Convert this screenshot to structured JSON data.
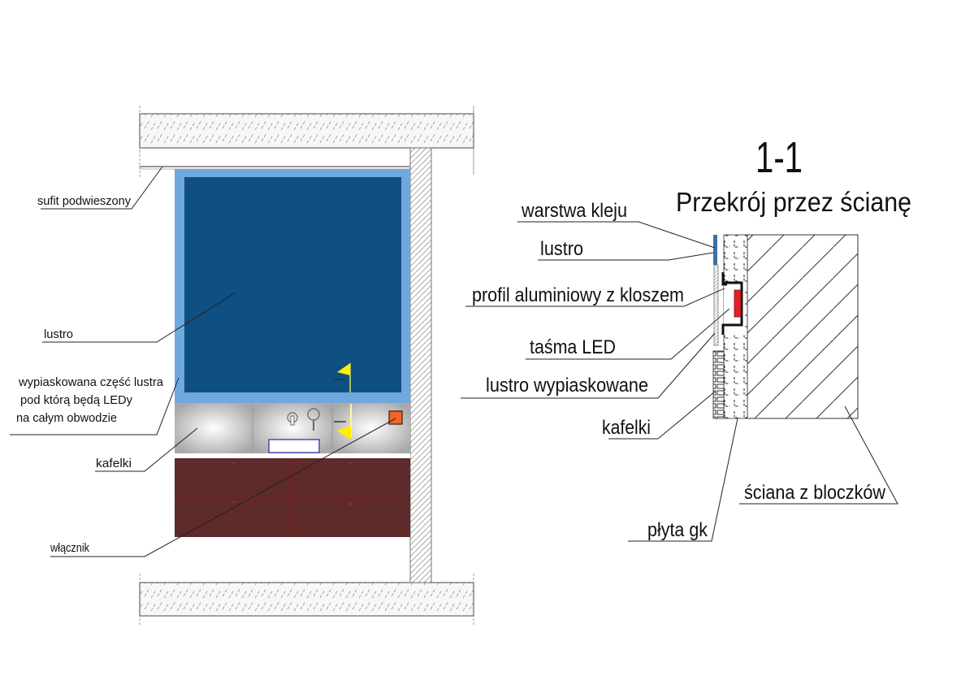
{
  "elevation_view": {
    "labels": {
      "suspended_ceiling": "sufit podwieszony",
      "mirror": "lustro",
      "sandblasted_line1": "wypiaskowana część lustra",
      "sandblasted_line2": "pod którą będą LEDy",
      "sandblasted_line3": "na całym obwodzie",
      "tiles": "kafelki",
      "switch": "włącznik"
    },
    "colors": {
      "mirror_frame": "#6fa8dc",
      "mirror": "#0f4f82",
      "cabinet": "#5e2a2a",
      "switch": "#f26522",
      "led_marker": "#ffee00",
      "faucet_outline": "#666666",
      "sink_outline": "#3a2fb0"
    }
  },
  "section_view": {
    "number": "1-1",
    "title": "Przekrój przez ścianę",
    "labels": {
      "adhesive_layer": "warstwa kleju",
      "mirror": "lustro",
      "aluminium_profile": "profil aluminiowy z kloszem",
      "led_strip": "taśma LED",
      "sandblasted_mirror": "lustro wypiaskowane",
      "tiles": "kafelki",
      "plasterboard": "płyta gk",
      "block_wall": "ściana z bloczków"
    },
    "colors": {
      "mirror": "#3d6fa8",
      "led": "#e2202a"
    }
  }
}
